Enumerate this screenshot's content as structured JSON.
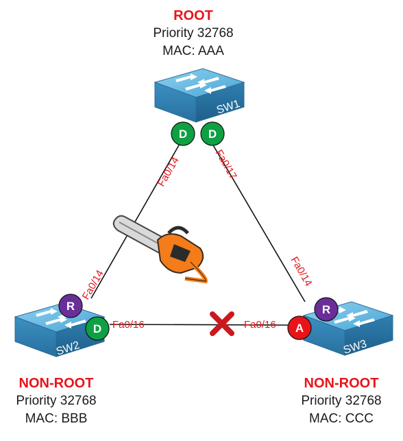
{
  "switches": {
    "sw1": {
      "name": "SW1",
      "role": "ROOT",
      "priority": "Priority 32768",
      "mac": "MAC: AAA",
      "ports": [
        {
          "label": "Fa0/14",
          "state": "D"
        },
        {
          "label": "Fa0/17",
          "state": "D"
        }
      ]
    },
    "sw2": {
      "name": "SW2",
      "role": "NON-ROOT",
      "priority": "Priority 32768",
      "mac": "MAC: BBB",
      "ports": [
        {
          "label": "Fa0/14",
          "state": "R"
        },
        {
          "label": "Fa0/16",
          "state": "D"
        }
      ]
    },
    "sw3": {
      "name": "SW3",
      "role": "NON-ROOT",
      "priority": "Priority 32768",
      "mac": "MAC: CCC",
      "ports": [
        {
          "label": "Fa0/14",
          "state": "R"
        },
        {
          "label": "Fa0/16",
          "state": "A"
        }
      ]
    }
  },
  "colors": {
    "designated": "#0ea043",
    "root_port": "#6a2e99",
    "alternate": "#e8141a",
    "label_red": "#e8141a",
    "switch_blue": "#4a9fcc"
  },
  "icons": [
    "switch-icon",
    "chainsaw-icon",
    "blocked-x-icon"
  ]
}
